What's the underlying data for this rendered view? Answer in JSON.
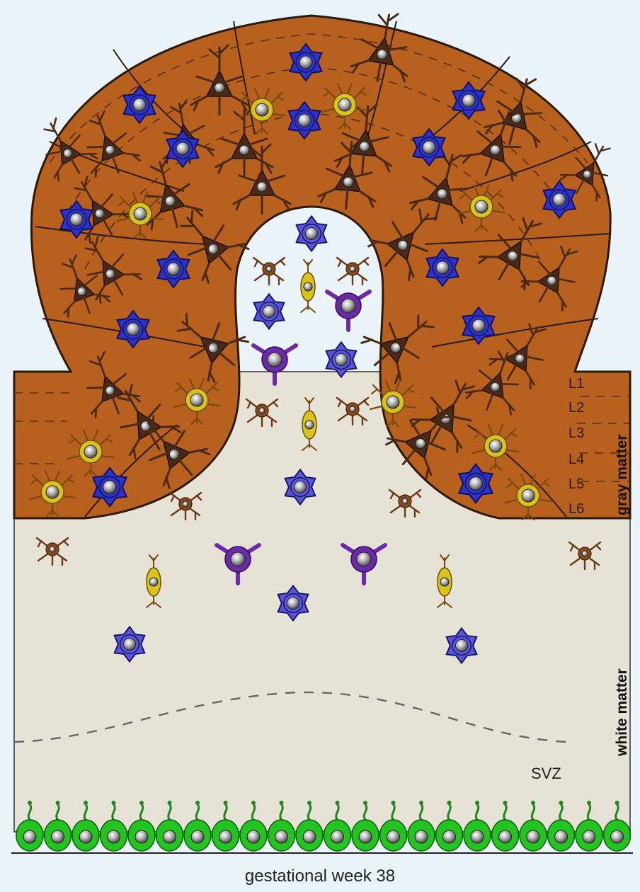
{
  "labels": {
    "layers": [
      "L1",
      "L2",
      "L3",
      "L4",
      "L5",
      "L6"
    ],
    "gray_matter": "gray matter",
    "white_matter": "white matter",
    "svz": "SVZ",
    "caption": "gestational week 38"
  },
  "colors": {
    "background": "#e9f3f8",
    "gray_matter_fill": "#b8601e",
    "white_matter_fill": "#e6e2d6",
    "neuron": "#4a2a14",
    "astrocyte_blue": "#2d33c8",
    "microglia_yellow": "#d9c21a",
    "oligodendrocyte_purple": "#6d2aa8",
    "radial_glia_green": "#22c41f"
  }
}
